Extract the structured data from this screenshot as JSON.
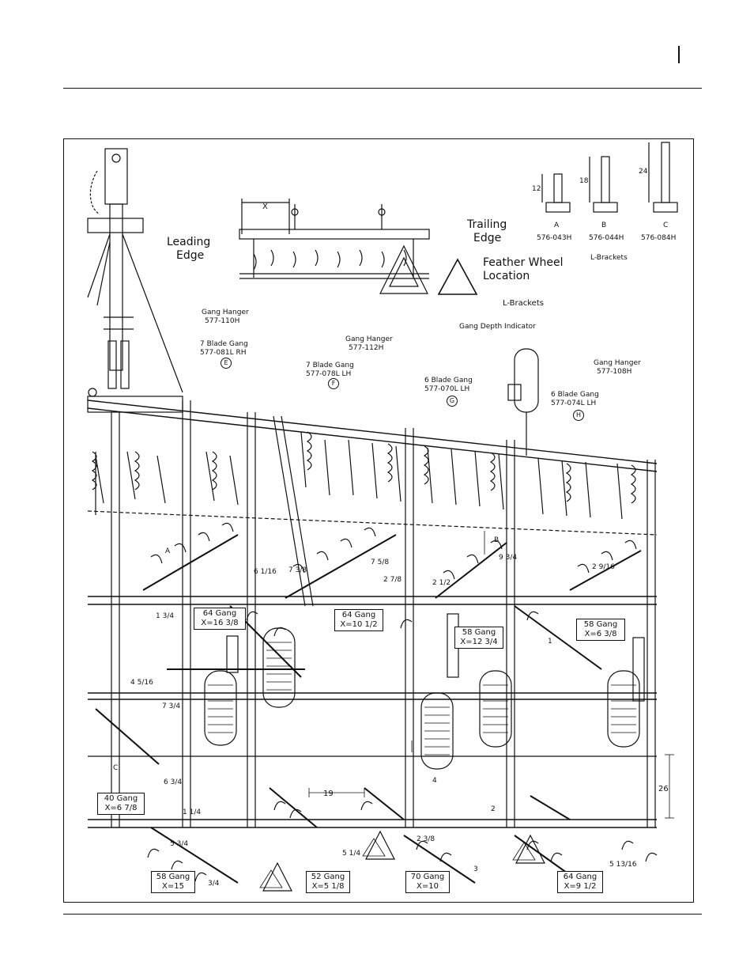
{
  "header": {
    "page_marker": ""
  },
  "inset_gang": {
    "dim_x": "X",
    "leading_edge": [
      "Leading",
      "Edge"
    ],
    "trailing_edge": [
      "Trailing",
      "Edge"
    ],
    "feather_wheel": [
      "Feather Wheel",
      "Location"
    ],
    "lbrackets_caption": "L-Brackets"
  },
  "brackets": {
    "items": [
      {
        "letter": "A",
        "part": "576-043H",
        "dim": "12"
      },
      {
        "letter": "B",
        "part": "576-044H",
        "dim": "18"
      },
      {
        "letter": "C",
        "part": "576-084H",
        "dim": "24"
      }
    ],
    "caption": "L-Brackets"
  },
  "callouts": [
    {
      "id": "hanger-110",
      "lines": [
        "Gang Hanger",
        "577-110H"
      ],
      "circle": ""
    },
    {
      "id": "gang-081",
      "lines": [
        "7 Blade Gang",
        "577-081L RH"
      ],
      "circle": "E"
    },
    {
      "id": "gang-078",
      "lines": [
        "7 Blade Gang",
        "577-078L LH"
      ],
      "circle": "F"
    },
    {
      "id": "hanger-112",
      "lines": [
        "Gang Hanger",
        "577-112H"
      ],
      "circle": ""
    },
    {
      "id": "depth-indicator",
      "lines": [
        "Gang Depth Indicator"
      ],
      "circle": ""
    },
    {
      "id": "gang-070",
      "lines": [
        "6 Blade Gang",
        "577-070L LH"
      ],
      "circle": "G"
    },
    {
      "id": "gang-074",
      "lines": [
        "6 Blade Gang",
        "577-074L LH"
      ],
      "circle": "H"
    },
    {
      "id": "hanger-108",
      "lines": [
        "Gang Hanger",
        "577-108H"
      ],
      "circle": ""
    }
  ],
  "gang_boxes": [
    {
      "id": "g64a",
      "lines": [
        "64 Gang",
        "X=16 3/8"
      ]
    },
    {
      "id": "g64b",
      "lines": [
        "64 Gang",
        "X=10 1/2"
      ]
    },
    {
      "id": "g58a",
      "lines": [
        "58 Gang",
        "X=12 3/4"
      ]
    },
    {
      "id": "g58b",
      "lines": [
        "58 Gang",
        "X=6 3/8"
      ]
    },
    {
      "id": "g40",
      "lines": [
        "40 Gang",
        "X=6 7/8"
      ]
    },
    {
      "id": "g58c",
      "lines": [
        "58 Gang",
        "X=15"
      ]
    },
    {
      "id": "g52",
      "lines": [
        "52 Gang",
        "X=5 1/8"
      ]
    },
    {
      "id": "g70",
      "lines": [
        "70 Gang",
        "X=10"
      ]
    },
    {
      "id": "g64c",
      "lines": [
        "64 Gang",
        "X=9 1/2"
      ]
    }
  ],
  "dims": {
    "d_19": "19",
    "d_26": "26",
    "d_2": "2",
    "d_4": "4",
    "d_3": "3",
    "d_1": "1",
    "d_A": "A",
    "d_B": "B",
    "d_C": "C",
    "d_6_1_16": "6 1/16",
    "d_7_3_8": "7 3/8",
    "d_7_5_8": "7 5/8",
    "d_2_7_8": "2 7/8",
    "d_9_3_4": "9 3/4",
    "d_2_9_16": "2 9/16",
    "d_2_1_2": "2 1/2",
    "d_1_3_4": "1 3/4",
    "d_4_5_16": "4 5/16",
    "d_7_3_4": "7 3/4",
    "d_6_3_4": "6 3/4",
    "d_1_1_4": "1 1/4",
    "d_5_3_4": "5 3/4",
    "d_5_1_4": "5 1/4",
    "d_2_3_8": "2 3/8",
    "d_5_13_16": "5 13/16",
    "d_3_4": "3/4"
  }
}
